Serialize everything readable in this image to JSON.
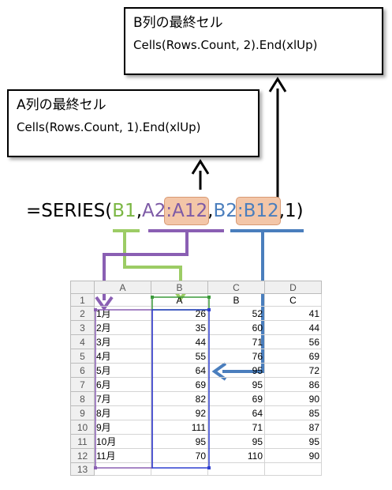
{
  "callout_b": {
    "title": "B列の最終セル",
    "code": "Cells(Rows.Count, 2).End(xlUp)"
  },
  "callout_a": {
    "title": "A列の最終セル",
    "code": "Cells(Rows.Count, 1).End(xlUp)"
  },
  "formula": {
    "prefix": "=SERIES(",
    "name_ref": "B1",
    "comma1": ",",
    "x_start": "A2",
    "colon1": ":",
    "x_end": "A12",
    "comma2": ",",
    "y_start": "B2",
    "colon2": ":",
    "y_end": "B12",
    "suffix": ",1)"
  },
  "colors": {
    "green": "#7ab642",
    "purple": "#7d5aa6",
    "blue": "#4a7ebd",
    "highlight": "#f3c6a8"
  },
  "sheet": {
    "columns": [
      "A",
      "B",
      "C",
      "D"
    ],
    "rows": [
      {
        "n": "1",
        "cells": [
          "",
          "A",
          "B",
          "C"
        ]
      },
      {
        "n": "2",
        "cells": [
          "1月",
          "26",
          "52",
          "41"
        ]
      },
      {
        "n": "3",
        "cells": [
          "2月",
          "35",
          "60",
          "44"
        ]
      },
      {
        "n": "4",
        "cells": [
          "3月",
          "44",
          "71",
          "56"
        ]
      },
      {
        "n": "5",
        "cells": [
          "4月",
          "55",
          "76",
          "69"
        ]
      },
      {
        "n": "6",
        "cells": [
          "5月",
          "64",
          "95",
          "72"
        ]
      },
      {
        "n": "7",
        "cells": [
          "6月",
          "69",
          "95",
          "86"
        ]
      },
      {
        "n": "8",
        "cells": [
          "7月",
          "82",
          "69",
          "90"
        ]
      },
      {
        "n": "9",
        "cells": [
          "8月",
          "92",
          "64",
          "85"
        ]
      },
      {
        "n": "10",
        "cells": [
          "9月",
          "111",
          "71",
          "87"
        ]
      },
      {
        "n": "11",
        "cells": [
          "10月",
          "95",
          "95",
          "95"
        ]
      },
      {
        "n": "12",
        "cells": [
          "11月",
          "70",
          "110",
          "90"
        ]
      },
      {
        "n": "13",
        "cells": [
          "",
          "",
          "",
          ""
        ]
      }
    ]
  }
}
